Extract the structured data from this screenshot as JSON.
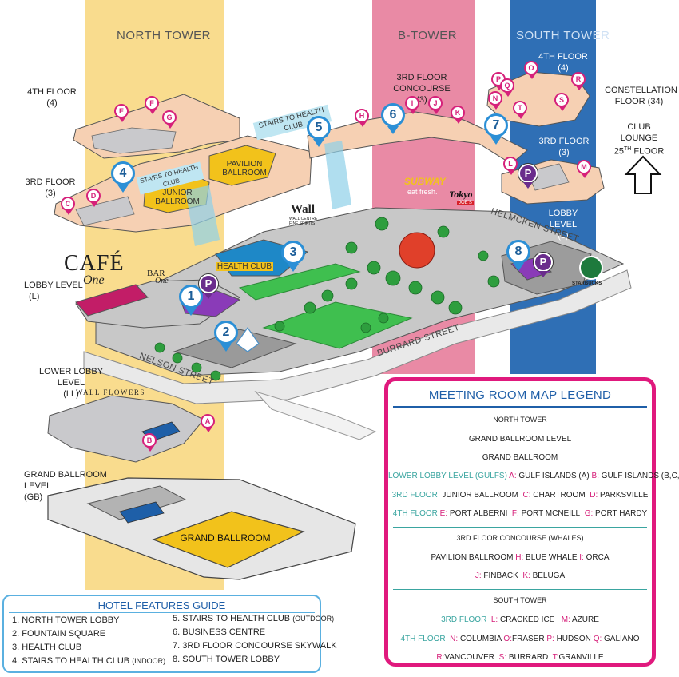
{
  "towers": {
    "north": "NORTH TOWER",
    "b": "B-TOWER",
    "south": "SOUTH TOWER"
  },
  "levels": {
    "north_4th": {
      "name": "4TH FLOOR",
      "code": "(4)"
    },
    "north_3rd": {
      "name": "3RD FLOOR",
      "code": "(3)"
    },
    "north_lobby": {
      "name": "LOBBY LEVEL",
      "code": "(L)"
    },
    "north_ll": {
      "name": "LOWER LOBBY LEVEL",
      "code": "(LL)"
    },
    "north_gb": {
      "name": "GRAND BALLROOM LEVEL",
      "code": "(GB)"
    },
    "b_concourse": {
      "name": "3RD FLOOR CONCOURSE",
      "code": "(3)"
    },
    "south_4th": {
      "name": "4TH FLOOR",
      "code": "(4)"
    },
    "south_3rd": {
      "name": "3RD FLOOR",
      "code": "(3)"
    },
    "south_lobby": {
      "name": "LOBBY LEVEL",
      "code": "(L)"
    },
    "constellation": {
      "name": "CONSTELLATION",
      "name2": "FLOOR (34)"
    },
    "club_lounge": {
      "name": "CLUB LOUNGE",
      "name2": "25",
      "sup": "TH",
      "name3": "FLOOR"
    }
  },
  "map_labels": {
    "stairs_health_club_outdoor": "STAIRS TO HEALTH CLUB",
    "stairs_health_club_indoor": "STAIRS TO HEALTH CLUB",
    "pavilion": "PAVILION\nBALLROOM",
    "junior": "JUNIOR\nBALLROOM",
    "health_club": "HEALTH CLUB",
    "grand_ballroom": "GRAND BALLROOM",
    "wall": "Wall",
    "wall_sub": "WALL CENTRE\nFINE SPIRITS",
    "subway": "SUBWAY",
    "subway_sub": "eat fresh.",
    "tokyo": "Tokyo",
    "tokyo_sub": "JOE'S",
    "starbucks": "STARBUCKS",
    "cafe": "CAFÉ",
    "cafe_sub": "One",
    "bar": "BAR",
    "bar_sub": "One",
    "wall_flowers": "WALL FLOWERS"
  },
  "streets": {
    "helmcken": "HELMCKEN STREET",
    "burrard": "BURRARD STREET",
    "nelson": "NELSON STREET"
  },
  "room_pins": [
    "A",
    "B",
    "C",
    "D",
    "E",
    "F",
    "G",
    "H",
    "I",
    "J",
    "K",
    "L",
    "M",
    "N",
    "O",
    "P",
    "Q",
    "R",
    "S",
    "T"
  ],
  "parking_symbol": "P",
  "feature_markers": [
    "1",
    "2",
    "3",
    "4",
    "5",
    "6",
    "7",
    "8"
  ],
  "legend": {
    "title": "MEETING ROOM MAP LEGEND",
    "north_tower": "NORTH TOWER",
    "grand_level": "GRAND BALLROOM LEVEL",
    "grand_ballroom": "GRAND BALLROOM",
    "lower_lobby": "LOWER LOBBY LEVEL (GULFS)",
    "a_key": "A:",
    "a_name": "GULF ISLANDS (A)",
    "b_key": "B:",
    "b_name": "GULF ISLANDS (B,C,D)",
    "third_floor": "3RD FLOOR",
    "junior_ballroom": "JUNIOR BALLROOM",
    "c_key": "C:",
    "c_name": "CHARTROOM",
    "d_key": "D:",
    "d_name": "PARKSVILLE",
    "fourth_floor": "4TH FLOOR",
    "e_key": "E:",
    "e_name": "PORT ALBERNI",
    "f_key": "F:",
    "f_name": "PORT MCNEILL",
    "g_key": "G:",
    "g_name": "PORT HARDY",
    "concourse": "3RD FLOOR CONCOURSE (WHALES)",
    "pavilion_ballroom": "PAVILION BALLROOM",
    "h_key": "H:",
    "h_name": "BLUE WHALE",
    "i_key": "I:",
    "i_name": "ORCA",
    "j_key": "J:",
    "j_name": "FINBACK",
    "k_key": "K:",
    "k_name": "BELUGA",
    "south_tower": "SOUTH TOWER",
    "s_third_floor": "3RD FLOOR",
    "l_key": "L:",
    "l_name": "CRACKED ICE",
    "m_key": "M:",
    "m_name": "AZURE",
    "s_fourth_floor": "4TH FLOOR",
    "n_key": "N:",
    "n_name": "COLUMBIA",
    "o_key": "O:",
    "o_name": "FRASER",
    "p_key": "P:",
    "p_name": "HUDSON",
    "q_key": "Q:",
    "q_name": "GALIANO",
    "r_key": "R:",
    "r_name": "VANCOUVER",
    "s_key": "S:",
    "s_name": "BURRARD",
    "t_key": "T:",
    "t_name": "GRANVILLE"
  },
  "features": {
    "title": "HOTEL FEATURES GUIDE",
    "items": [
      "1. NORTH TOWER LOBBY",
      "2. FOUNTAIN SQUARE",
      "3. HEALTH CLUB",
      "4. STAIRS TO HEALTH CLUB",
      "5. STAIRS TO HEALTH CLUB",
      "6. BUSINESS CENTRE",
      "7. 3RD FLOOR CONCOURSE SKYWALK",
      "8. SOUTH TOWER LOBBY"
    ],
    "item4_note": "(INDOOR)",
    "item5_note": "(OUTDOOR)"
  },
  "colors": {
    "north_band": "#f9dc8e",
    "b_band": "#e98aa5",
    "south_band": "#2f6fb5",
    "legend_border": "#e0197d",
    "legend_title": "#1f5fa8",
    "legend_teal": "#3aa5a0",
    "legend_magenta": "#d6207a",
    "pin": "#d6207a",
    "feature_marker": "#2b8fd6",
    "parking": "#6a2c8c",
    "ballroom": "#f2c21b"
  }
}
